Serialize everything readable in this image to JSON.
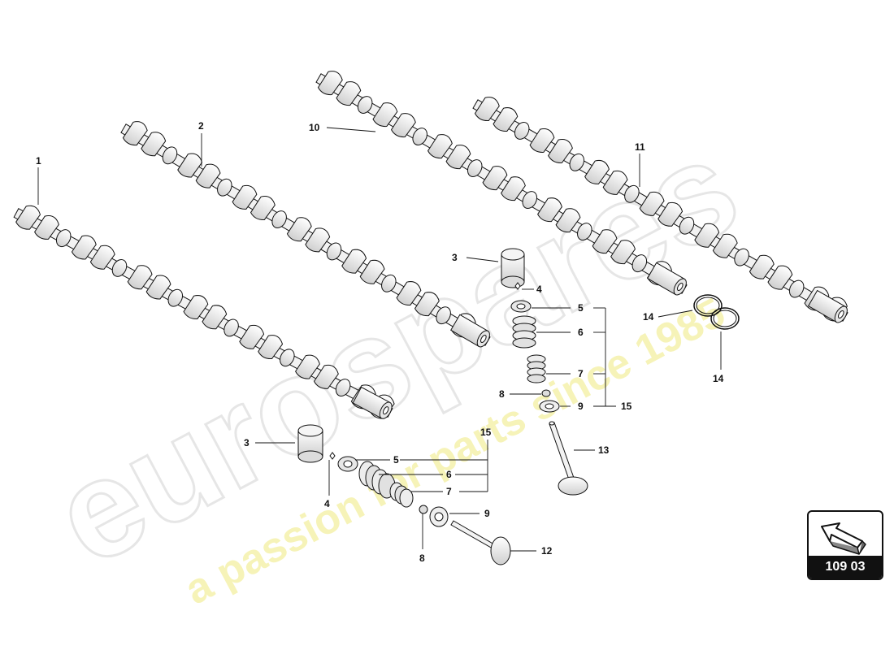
{
  "watermark": {
    "brand": "eurospares",
    "tagline": "a passion for parts since 1985"
  },
  "labels": {
    "l1": "1",
    "l2": "2",
    "l3a": "3",
    "l3b": "3",
    "l4a": "4",
    "l4b": "4",
    "l5a": "5",
    "l5b": "5",
    "l6a": "6",
    "l6b": "6",
    "l7a": "7",
    "l7b": "7",
    "l8a": "8",
    "l8b": "8",
    "l9a": "9",
    "l9b": "9",
    "l10": "10",
    "l11": "11",
    "l12": "12",
    "l13": "13",
    "l14a": "14",
    "l14b": "14",
    "l15a": "15",
    "l15b": "15"
  },
  "reference_code": "109 03",
  "colors": {
    "line": "#111111",
    "watermark": "#e8e8e8",
    "tagline": "#f4f0a8"
  }
}
